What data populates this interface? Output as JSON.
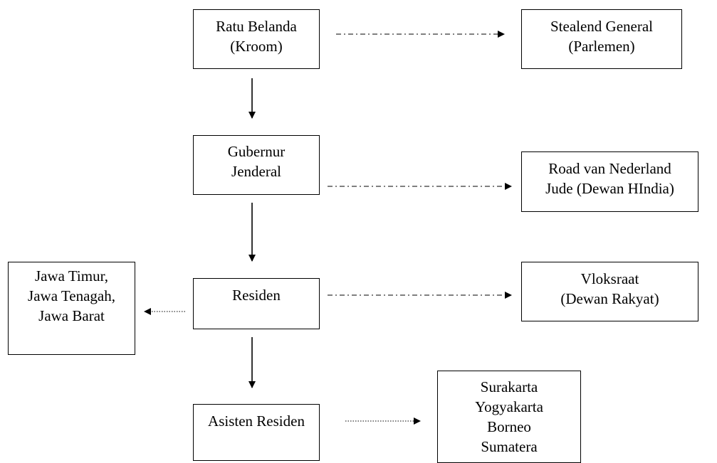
{
  "nodes": {
    "ratu": {
      "lines": [
        "Ratu Belanda",
        "(Kroom)"
      ]
    },
    "stealend": {
      "lines": [
        "Stealend General",
        "(Parlemen)"
      ]
    },
    "gubernur": {
      "lines": [
        "Gubernur",
        "Jenderal"
      ]
    },
    "road": {
      "lines": [
        "Road van Nederland",
        "Jude (Dewan HIndia)"
      ]
    },
    "jawa": {
      "lines": [
        "Jawa Timur,",
        "Jawa Tenagah,",
        "Jawa Barat"
      ]
    },
    "residen": {
      "lines": [
        "Residen"
      ]
    },
    "vloksraat": {
      "lines": [
        "Vloksraat",
        "(Dewan Rakyat)"
      ]
    },
    "asisten": {
      "lines": [
        "Asisten Residen"
      ]
    },
    "kota": {
      "lines": [
        "Surakarta",
        "Yogyakarta",
        "Borneo",
        "Sumatera"
      ]
    }
  },
  "edges": [
    {
      "name": "edge-ratu-stealend",
      "from": "ratu",
      "to": "stealend",
      "style": "dash-dot"
    },
    {
      "name": "edge-ratu-gubernur",
      "from": "ratu",
      "to": "gubernur",
      "style": "solid"
    },
    {
      "name": "edge-gubernur-road",
      "from": "gubernur",
      "to": "road",
      "style": "dash-dot"
    },
    {
      "name": "edge-gubernur-residen",
      "from": "gubernur",
      "to": "residen",
      "style": "solid"
    },
    {
      "name": "edge-residen-jawa",
      "from": "residen",
      "to": "jawa",
      "style": "dotted"
    },
    {
      "name": "edge-residen-vloksraat",
      "from": "residen",
      "to": "vloksraat",
      "style": "dash-dot"
    },
    {
      "name": "edge-residen-asisten",
      "from": "residen",
      "to": "asisten",
      "style": "solid"
    },
    {
      "name": "edge-asisten-kota",
      "from": "asisten",
      "to": "kota",
      "style": "dotted"
    }
  ]
}
